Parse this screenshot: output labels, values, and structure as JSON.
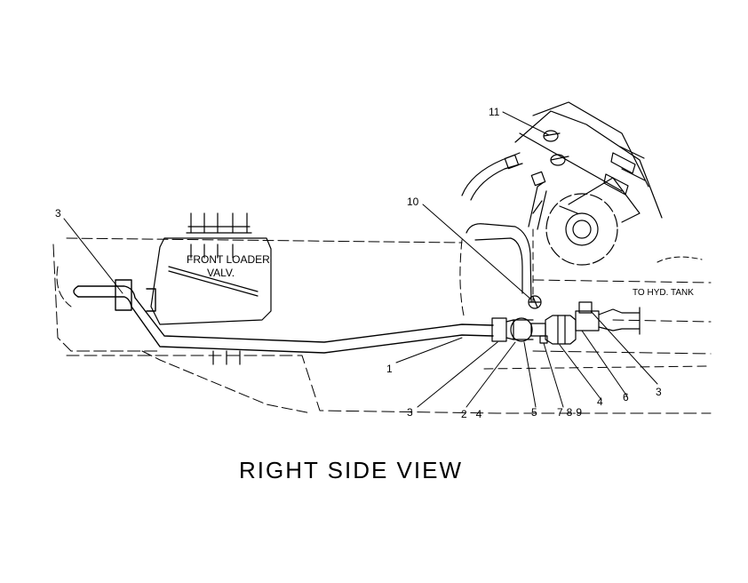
{
  "diagram": {
    "title": "RIGHT SIDE VIEW",
    "valve_label_line1": "FRONT LOADER",
    "valve_label_line2": "VALV.",
    "tank_label": "TO HYD. TANK",
    "callouts": {
      "c1": "1",
      "c2_4": "2   4",
      "c3_left": "3",
      "c3_bottom": "3",
      "c3_right": "3",
      "c4": "4",
      "c5": "5",
      "c6": "6",
      "c7_8_9": "7-8-9",
      "c10": "10",
      "c11": "11"
    }
  }
}
